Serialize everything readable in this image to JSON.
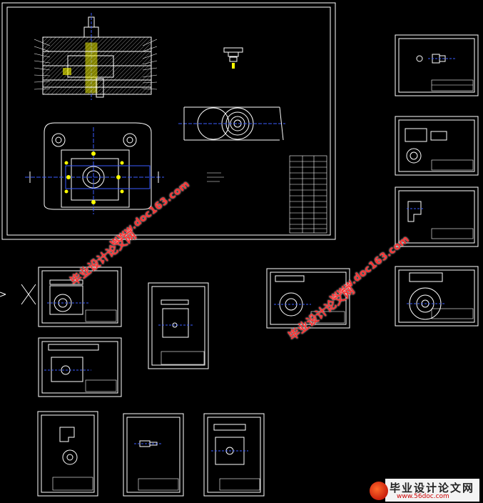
{
  "canvas": {
    "background": "#000000",
    "line_color": "#ffffff",
    "accent_yellow": "#ffff00",
    "center_line_color": "#3a5cff",
    "watermark_color": "#ff3333"
  },
  "watermarks": {
    "url_1": "www.doc163.com",
    "cn_1": "毕业设计论文网",
    "url_2": "www.doc163.com",
    "cn_2": "毕业设计论文网"
  },
  "logo": {
    "name": "毕业设计论文网",
    "url": "www.56doc.com"
  },
  "sheets": [
    {
      "id": "assembly-drawing"
    },
    {
      "id": "sheet-right-1"
    },
    {
      "id": "sheet-right-2"
    },
    {
      "id": "sheet-right-3"
    },
    {
      "id": "sheet-right-4"
    },
    {
      "id": "sheet-mid-1"
    },
    {
      "id": "sheet-mid-2"
    },
    {
      "id": "sheet-mid-3"
    },
    {
      "id": "sheet-bottom-1"
    },
    {
      "id": "sheet-bottom-2"
    },
    {
      "id": "sheet-bottom-3"
    },
    {
      "id": "sheet-center"
    }
  ]
}
